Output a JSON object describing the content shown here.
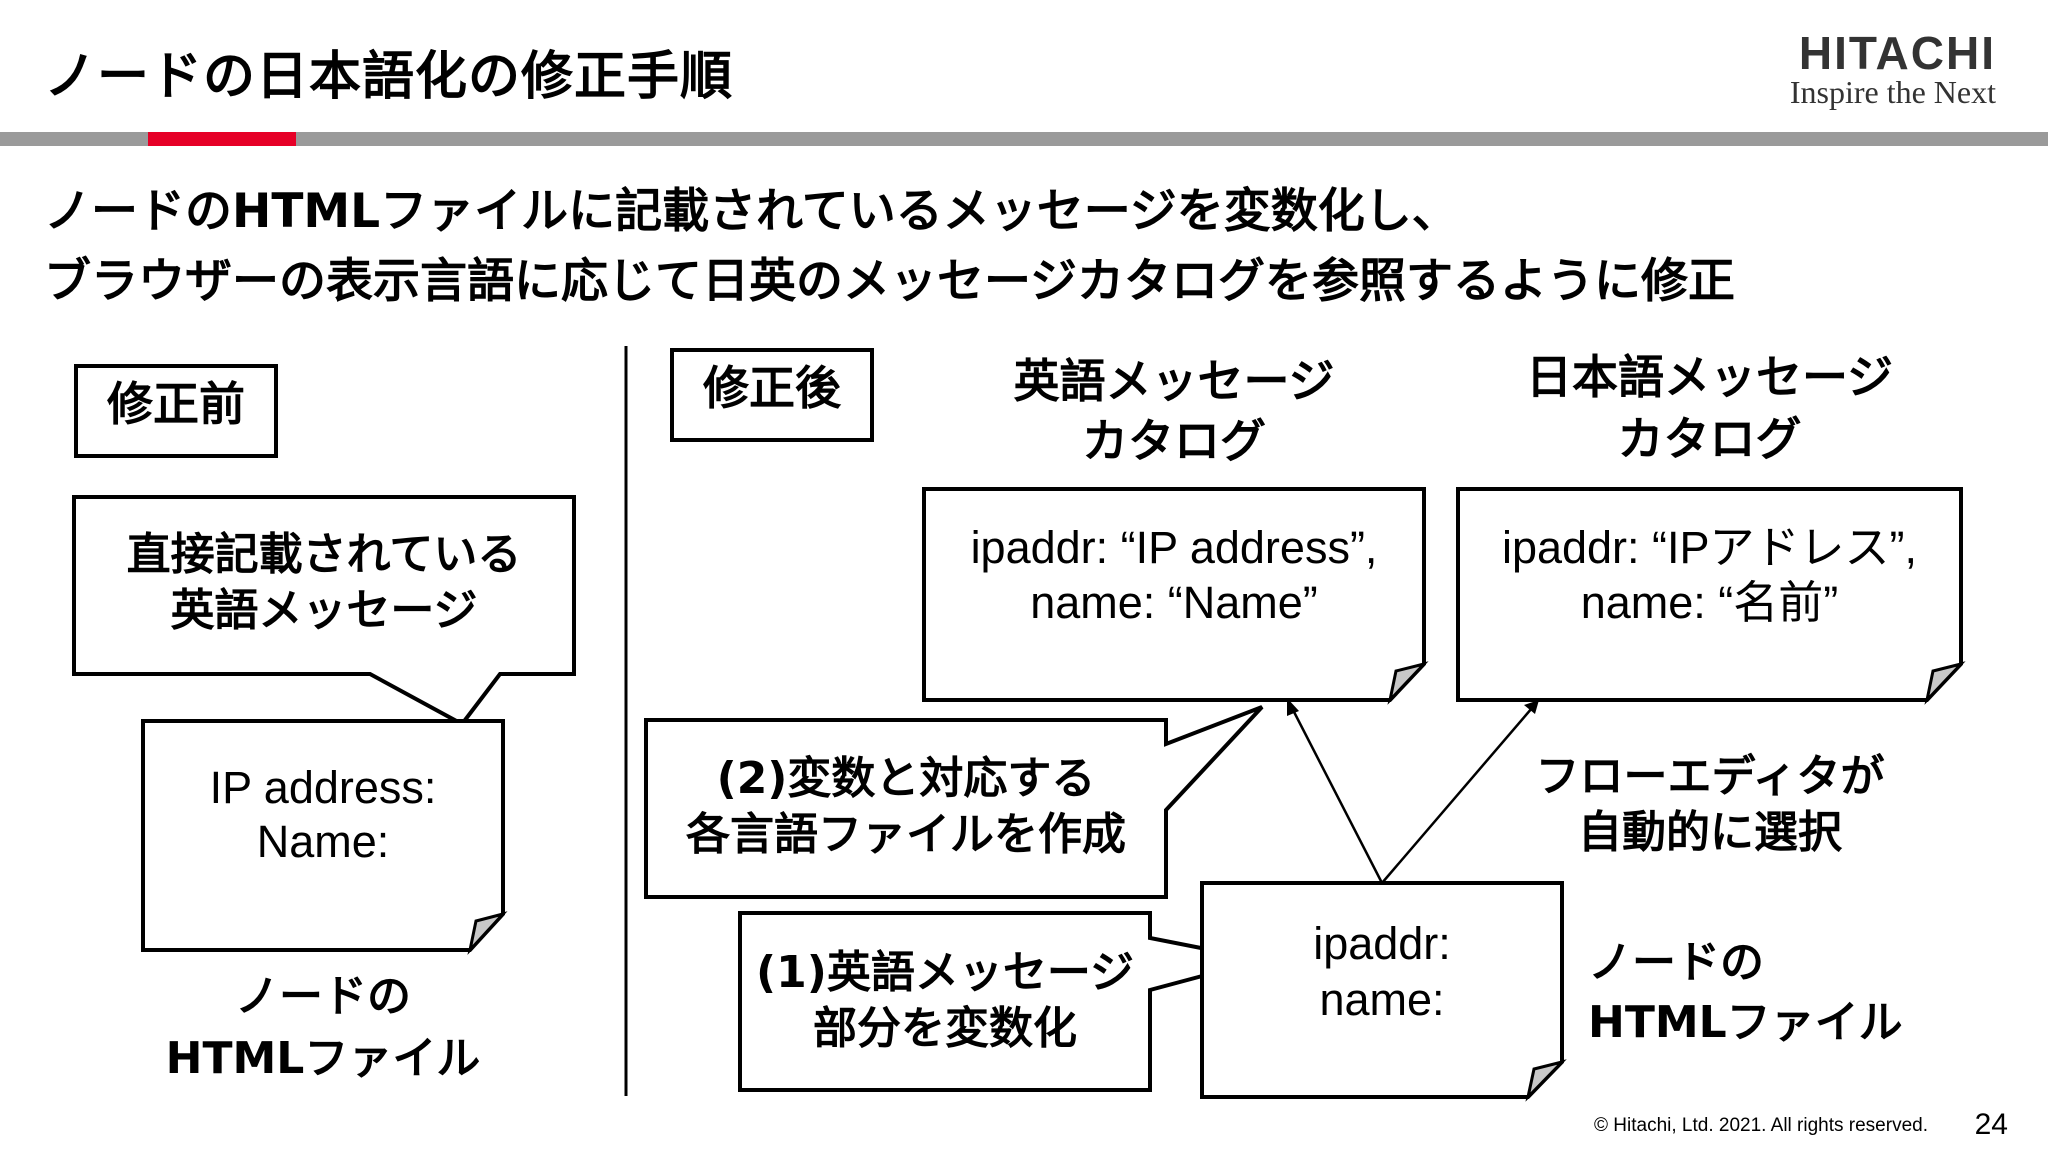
{
  "title": "ノードの日本語化の修正手順",
  "logo": {
    "name": "HITACHI",
    "tagline": "Inspire the Next"
  },
  "heading": {
    "line1": "ノードのHTMLファイルに記載されているメッセージを変数化し、",
    "line2": "ブラウザーの表示言語に応じて日英のメッセージカタログを参照するように修正"
  },
  "before": {
    "label": "修正前",
    "callout": {
      "line1": "直接記載されている",
      "line2": "英語メッセージ"
    },
    "doc": {
      "line1": "IP address:",
      "line2": "Name:"
    },
    "caption": {
      "line1": "ノードの",
      "line2": "HTMLファイル"
    }
  },
  "after": {
    "label": "修正後",
    "en_catalog": {
      "title1": "英語メッセージ",
      "title2": "カタログ",
      "line1": "ipaddr: “IP address”,",
      "line2": "name: “Name”"
    },
    "ja_catalog": {
      "title1": "日本語メッセージ",
      "title2": "カタログ",
      "line1": "ipaddr: “IPアドレス”,",
      "line2": "name: “名前”"
    },
    "step2": {
      "line1": "(2)変数と対応する",
      "line2": "各言語ファイルを作成"
    },
    "editor_note": {
      "line1": "フローエディタが",
      "line2": "自動的に選択"
    },
    "step1": {
      "line1": "(1)英語メッセージ",
      "line2": "部分を変数化"
    },
    "node_doc": {
      "line1": "ipaddr:",
      "line2": "name:"
    },
    "caption": {
      "line1": "ノードの",
      "line2": "HTMLファイル"
    }
  },
  "footer": {
    "copyright": "© Hitachi, Ltd. 2021. All rights reserved.",
    "page": "24"
  },
  "colors": {
    "accent_red": "#e60027",
    "rule_gray": "#9a9a9a",
    "fold_gray": "#c8c8c8"
  }
}
